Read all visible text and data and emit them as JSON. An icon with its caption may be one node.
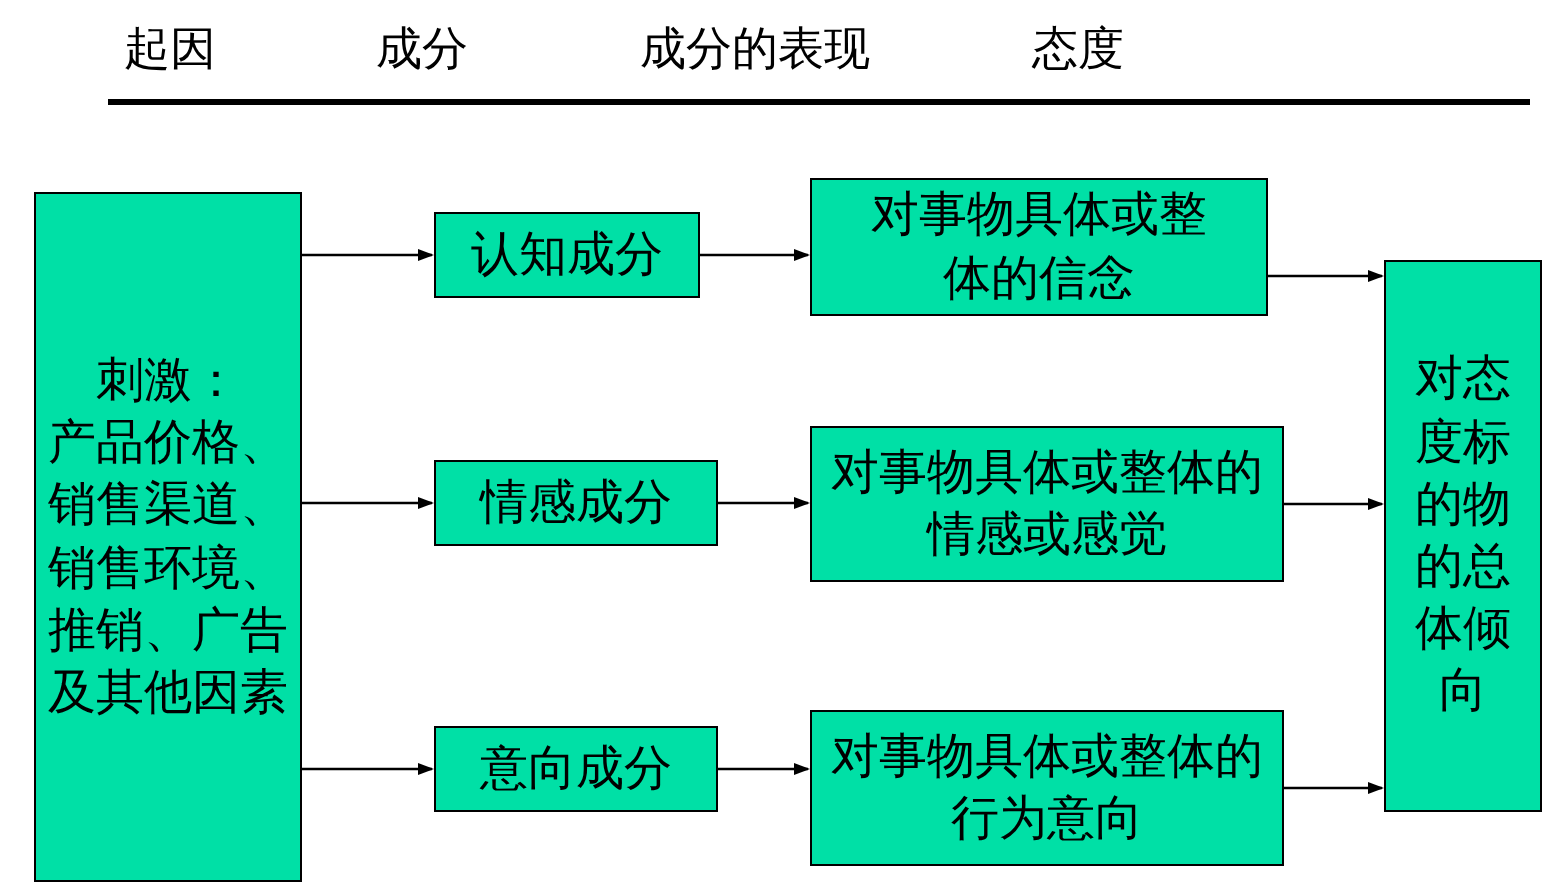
{
  "diagram": {
    "nodes": [
      {
        "text": [
          "刺激：",
          "产品价格、销售渠道、销售环境、推销、广告及其他因素"
        ]
      },
      {
        "text": [
          "认知成分"
        ]
      },
      {
        "text": [
          "情感成分"
        ]
      },
      {
        "text": [
          "意向成分"
        ]
      },
      {
        "text": [
          "对事物具体或整体的信念"
        ]
      },
      {
        "text": [
          "对事物具体或整体的情感或感觉"
        ]
      },
      {
        "text": [
          "对事物具体或整体的行为意向"
        ]
      },
      {
        "text": [
          "对态度标的物的总体倾向"
        ]
      }
    ],
    "edges": [
      {
        "from": 0,
        "to": 1,
        "arrow": "to"
      },
      {
        "from": 0,
        "to": 2,
        "arrow": "to"
      },
      {
        "from": 0,
        "to": 3,
        "arrow": "to"
      },
      {
        "from": 1,
        "to": 4,
        "arrow": "to"
      },
      {
        "from": 2,
        "to": 5,
        "arrow": "to"
      },
      {
        "from": 3,
        "to": 6,
        "arrow": "to"
      },
      {
        "from": 4,
        "to": 7,
        "arrow": "to"
      },
      {
        "from": 5,
        "to": 7,
        "arrow": "to"
      },
      {
        "from": 6,
        "to": 7,
        "arrow": "to"
      }
    ],
    "labels": [
      "起因",
      "成分",
      "成分的表现",
      "态度"
    ]
  }
}
